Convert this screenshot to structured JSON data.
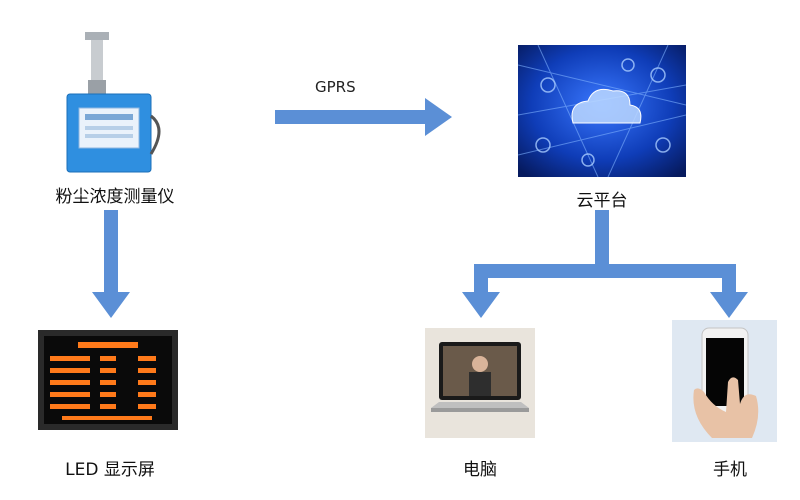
{
  "nodes": {
    "dust_meter": {
      "label": "粉尘浓度测量仪"
    },
    "cloud": {
      "label": "云平台"
    },
    "led": {
      "label": "LED 显示屏"
    },
    "computer": {
      "label": "电脑"
    },
    "phone": {
      "label": "手机"
    }
  },
  "edges": {
    "meter_to_cloud": {
      "label": "GPRS"
    }
  },
  "colors": {
    "arrow": "#5b8fd6",
    "led_text": "#ff7a1a",
    "cloud_bg": "#0b2a8a"
  }
}
